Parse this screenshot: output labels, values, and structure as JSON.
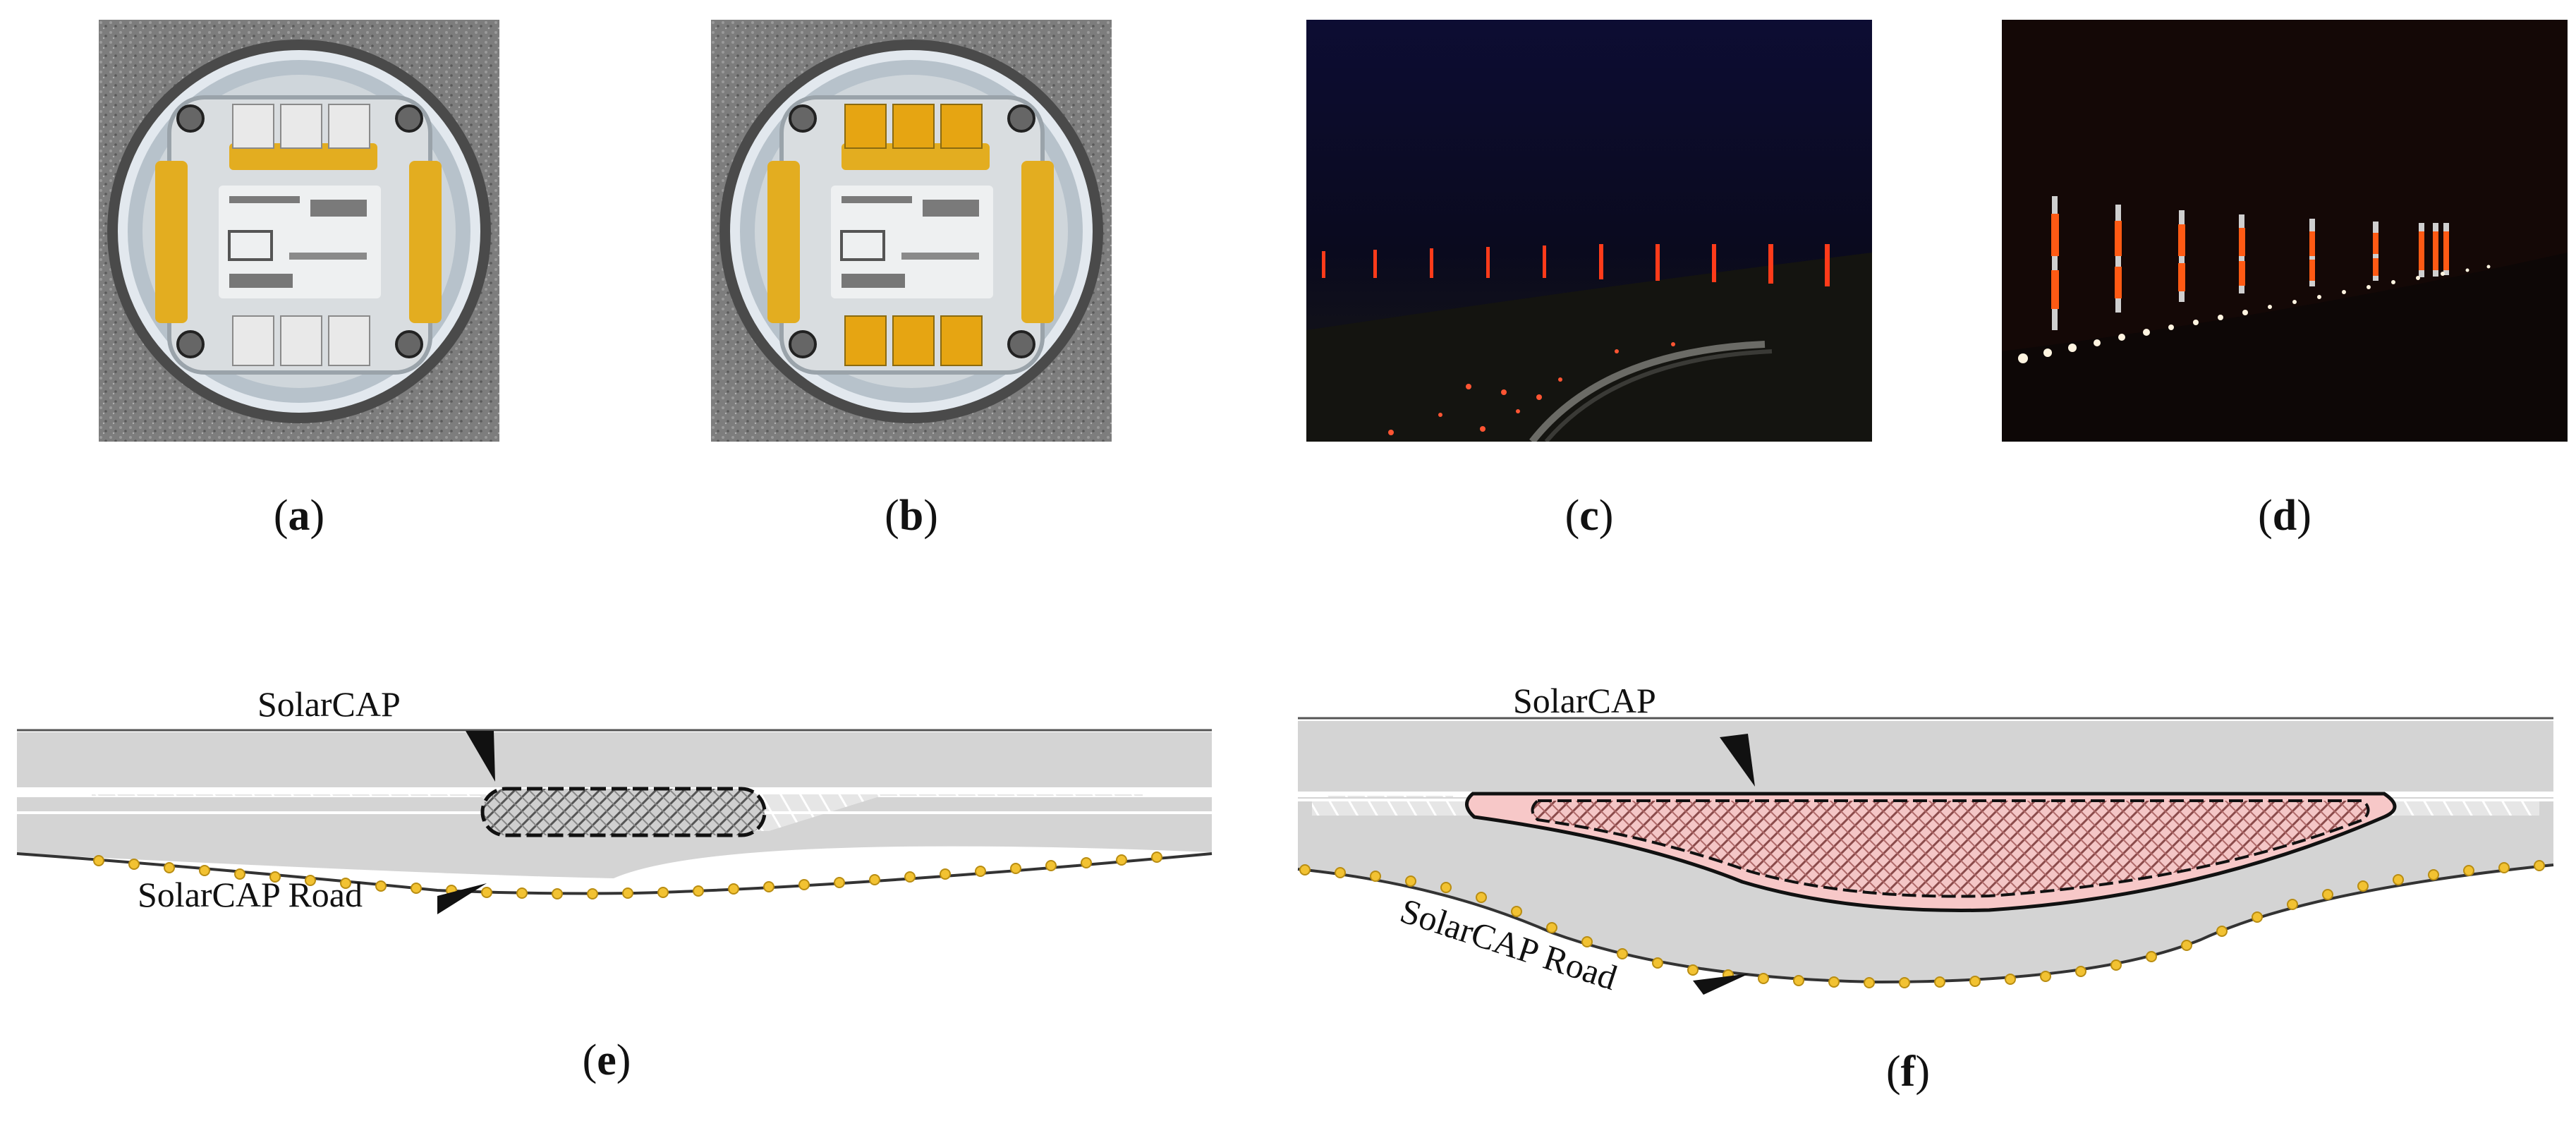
{
  "figure": {
    "panels": [
      {
        "id": "a",
        "caption": "a"
      },
      {
        "id": "b",
        "caption": "b"
      },
      {
        "id": "c",
        "caption": "c"
      },
      {
        "id": "d",
        "caption": "d"
      },
      {
        "id": "e",
        "caption": "e"
      },
      {
        "id": "f",
        "caption": "f"
      }
    ],
    "diagram_e": {
      "cap_label": "SolarCAP",
      "road_label": "SolarCAP Road"
    },
    "diagram_f": {
      "cap_label": "SolarCAP",
      "road_label": "SolarCAP Road"
    },
    "colors": {
      "road_gray": "#d4d4d4",
      "stud_yellow": "#f2c232",
      "cap_pink": "#f7c8c8",
      "reflector_amber": "#e6a512",
      "pole_red": "#ff3b1a",
      "night_sky": "#0c0c2e"
    }
  }
}
